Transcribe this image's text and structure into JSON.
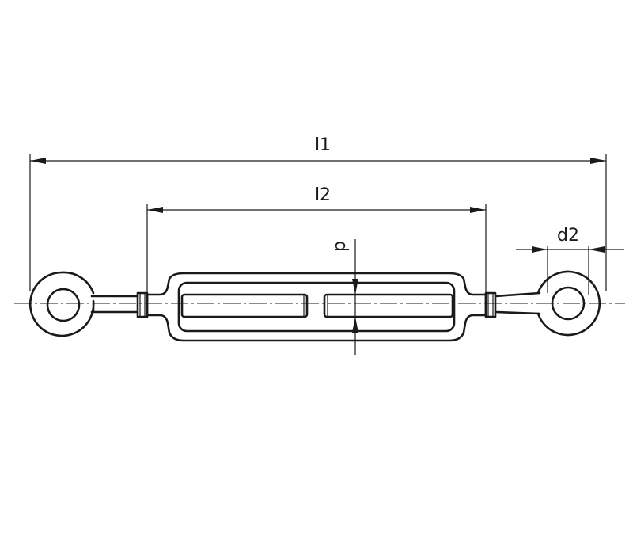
{
  "drawing": {
    "subject": "turnbuckle",
    "dimensions": {
      "overall_length": "l1",
      "body_length": "l2",
      "eye_diameter": "d2",
      "thread_diameter": "d"
    }
  }
}
